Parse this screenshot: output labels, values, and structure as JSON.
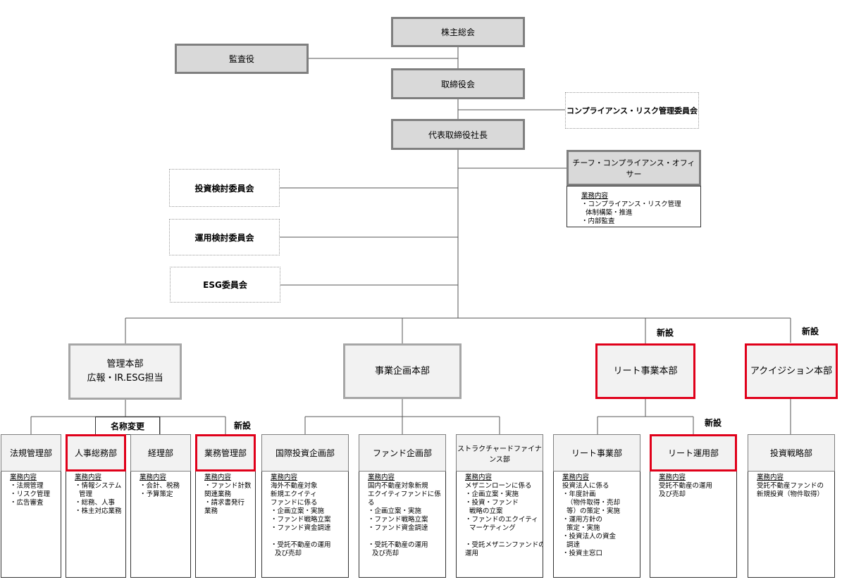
{
  "top": {
    "shareholders": "株主総会",
    "auditor": "監査役",
    "board": "取締役会",
    "compliance_committee": "コンプライアンス・リスク管理委員会",
    "president": "代表取締役社長",
    "cco": "チーフ・コンプライアンス・オフィサー",
    "cco_desc_head": "業務内容",
    "cco_desc_body": "・コンプライアンス・リスク管理\n  体制構築・推進\n・内部監査"
  },
  "committees": {
    "investment": "投資検討委員会",
    "operation": "運用検討委員会",
    "esg": "ESG委員会"
  },
  "divisions": {
    "admin_line1": "管理本部",
    "admin_line2": "広報・IR.ESG担当",
    "business_planning": "事業企画本部",
    "reit": "リート事業本部",
    "acquisition": "アクイジション本部"
  },
  "tags": {
    "new_reit_division": "新設",
    "new_acquisition": "新設",
    "renamed": "名称変更",
    "new_business_mgmt": "新設",
    "new_reit_operation": "新設"
  },
  "departments": [
    {
      "name": "法規管理部",
      "head": "業務内容",
      "body": "・法規管理\n・リスク管理\n・広告審査"
    },
    {
      "name": "人事総務部",
      "head": "業務内容",
      "body": "・情報システム\n  管理\n・総務、人事\n・株主対応業務"
    },
    {
      "name": "経理部",
      "head": "業務内容",
      "body": "・会計、税務\n・予算策定"
    },
    {
      "name": "業務管理部",
      "head": "業務内容",
      "body": "・ファンド計数\n関連業務\n・請求書発行\n業務"
    },
    {
      "name": "国際投資企画部",
      "head": "業務内容",
      "body": "海外不動産対象\n新規エクイティ\nファンドに係る\n・企画立案・実施\n・ファンド戦略立案\n・ファンド資金調達\n\n・受託不動産の運用\n  及び売却"
    },
    {
      "name": "ファンド企画部",
      "head": "業務内容",
      "body": "国内不動産対象新規\nエクイティファンドに係\nる\n・企画立案・実施\n・ファンド戦略立案\n・ファンド資金調達\n\n・受託不動産の運用\n  及び売却"
    },
    {
      "name": "ストラクチャードファイナンス部",
      "head": "業務内容",
      "body": "メザニンローンに係る\n・企画立案・実施\n・投資・ファンド\n  戦略の立案\n・ファンドのエクイティ\n  マーケティング\n\n・受託メザニンファンドの\n運用"
    },
    {
      "name": "リート事業部",
      "head": "業務内容",
      "body": "投資法人に係る\n・年度計画\n  （物件取得・売却\n  等）の策定・実施\n・運用方針の\n  策定・実施\n・投資法人の資金\n  調達\n・投資主窓口"
    },
    {
      "name": "リート運用部",
      "head": "業務内容",
      "body": "受託不動産の運用\n及び売却"
    },
    {
      "name": "投資戦略部",
      "head": "業務内容",
      "body": "受託不動産ファンドの\n新規投資（物件取得）"
    }
  ]
}
